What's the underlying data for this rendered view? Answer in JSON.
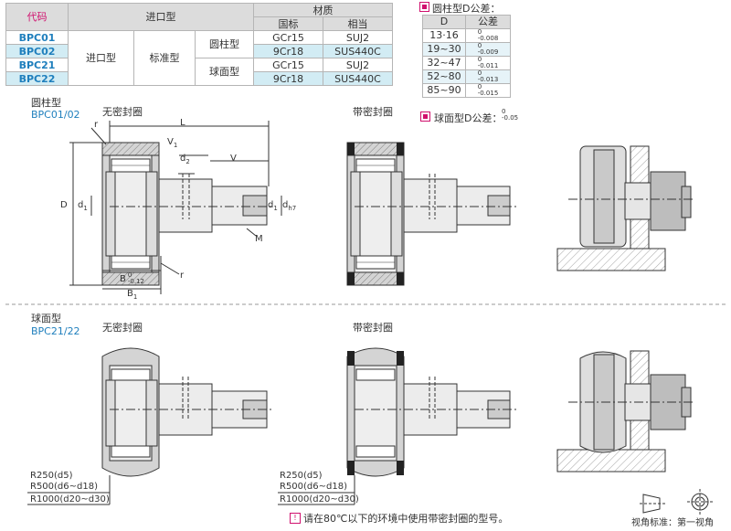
{
  "spec_table": {
    "header": {
      "code": "代码",
      "type": "进口型",
      "material": "材质",
      "gb": "国标",
      "equiv": "相当"
    },
    "rows": [
      {
        "code": "BPC01",
        "gb": "GCr15",
        "equiv": "SUJ2"
      },
      {
        "code": "BPC02",
        "gb": "9Cr18",
        "equiv": "SUS440C"
      },
      {
        "code": "BPC21",
        "gb": "GCr15",
        "equiv": "SUJ2"
      },
      {
        "code": "BPC22",
        "gb": "9Cr18",
        "equiv": "SUS440C"
      }
    ],
    "import_type": "进口型",
    "standard_type": "标准型",
    "cylindrical": "圆柱型",
    "spherical": "球面型"
  },
  "tolerance": {
    "title": "圆柱型D公差：",
    "col_d": "D",
    "col_tol": "公差",
    "rows": [
      {
        "d": "13·16",
        "upper": "0",
        "lower": "-0.008"
      },
      {
        "d": "19~30",
        "upper": "0",
        "lower": "-0.009"
      },
      {
        "d": "32~47",
        "upper": "0",
        "lower": "-0.011"
      },
      {
        "d": "52~80",
        "upper": "0",
        "lower": "-0.013"
      },
      {
        "d": "85~90",
        "upper": "0",
        "lower": "-0.015"
      }
    ],
    "sphere_note": "球面型D公差：",
    "sphere_upper": "0",
    "sphere_lower": "-0.05"
  },
  "section1": {
    "title": "圆柱型",
    "codes": "BPC01/02",
    "no_seal": "无密封圈",
    "with_seal": "带密封圈"
  },
  "section2": {
    "title": "球面型",
    "codes": "BPC21/22",
    "no_seal": "无密封圈",
    "with_seal": "带密封圈"
  },
  "dims": {
    "r": "r",
    "L": "L",
    "V1": "V",
    "V1_sub": "1",
    "d2": "d",
    "d2_sub": "2",
    "V": "V",
    "D": "D",
    "d1": "d",
    "d1_sub": "1",
    "dh7": "d",
    "dh7_sub": "h7",
    "M": "M",
    "B": "B",
    "B_tol_upper": "0",
    "B_tol_lower": "-0.12",
    "B1": "B",
    "B1_sub": "1"
  },
  "radius_labels": [
    "R250(d5)",
    "R500(d6~d18)",
    "R1000(d20~d30)"
  ],
  "footnote": "请在80℃以下的环境中使用带密封圈的型号。",
  "projection": "视角标准：第一视角",
  "colors": {
    "pink": "#d0106e",
    "blue": "#1f7fbd",
    "header_gray": "#dcdcdc",
    "row_blue": "#d2ecf4"
  }
}
